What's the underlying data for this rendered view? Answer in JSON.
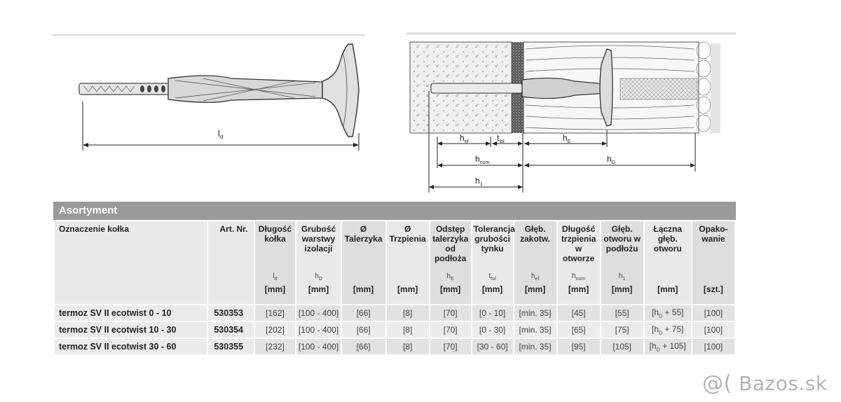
{
  "diagram_left": {
    "label": "l",
    "label_sub": "d"
  },
  "diagram_right": {
    "h_ef": {
      "main": "h",
      "sub": "ef"
    },
    "t_tol": {
      "main": "t",
      "sub": "tol"
    },
    "h_E": {
      "main": "h",
      "sub": "E"
    },
    "h_nom": {
      "main": "h",
      "sub": "nom"
    },
    "h_D": {
      "main": "h",
      "sub": "D"
    },
    "h_1": {
      "main": "h",
      "sub": "1"
    }
  },
  "table": {
    "title": "Asortyment",
    "columns": [
      {
        "label": "Oznaczenie kołka",
        "symbol": "",
        "symbol_sub": "",
        "unit": ""
      },
      {
        "label": "Art. Nr.",
        "symbol": "",
        "symbol_sub": "",
        "unit": ""
      },
      {
        "label": "Długość kołka",
        "symbol": "l",
        "symbol_sub": "d",
        "unit": "[mm]"
      },
      {
        "label": "Grubość warstwy izolacji",
        "symbol": "h",
        "symbol_sub": "D",
        "unit": "[mm]"
      },
      {
        "label": "Ø Talerzyka",
        "symbol": "",
        "symbol_sub": "",
        "unit": "[mm]"
      },
      {
        "label": "Ø Trzpienia",
        "symbol": "",
        "symbol_sub": "",
        "unit": "[mm]"
      },
      {
        "label": "Odstęp talerzyka od podłoża",
        "symbol": "h",
        "symbol_sub": "E",
        "unit": "[mm]"
      },
      {
        "label": "Tolerancja grubości tynku",
        "symbol": "t",
        "symbol_sub": "tol",
        "unit": "[mm]"
      },
      {
        "label": "Głęb. zakotw.",
        "symbol": "h",
        "symbol_sub": "ef",
        "unit": "[mm]"
      },
      {
        "label": "Długość trzpienia w otworze",
        "symbol": "h",
        "symbol_sub": "nom",
        "unit": "[mm]"
      },
      {
        "label": "Głęb. otworu w podłożu",
        "symbol": "h",
        "symbol_sub": "1",
        "unit": "[mm]"
      },
      {
        "label": "Łączna głęb. otworu",
        "symbol": "",
        "symbol_sub": "",
        "unit": "[mm]"
      },
      {
        "label": "Opako-wanie",
        "symbol": "",
        "symbol_sub": "",
        "unit": "[szt.]"
      }
    ],
    "rows": [
      {
        "name": "termoz SV II ecotwist 0 - 10",
        "art": "530353",
        "values": [
          "[162]",
          "[100 - 400]",
          "[66]",
          "[8]",
          "[70]",
          "[0 - 10]",
          "[min. 35]",
          "[45]",
          "[55]",
          "+ 55]",
          "[100]"
        ]
      },
      {
        "name": "termoz SV II ecotwist 10 - 30",
        "art": "530354",
        "values": [
          "[202]",
          "[100 - 400]",
          "[66]",
          "[8]",
          "[70]",
          "[0 - 30]",
          "[min. 35]",
          "[65]",
          "[75]",
          "+ 75]",
          "[100]"
        ]
      },
      {
        "name": "termoz SV II ecotwist 30 - 60",
        "art": "530355",
        "values": [
          "[232]",
          "[100 - 400]",
          "[66]",
          "[8]",
          "[70]",
          "[30 - 60]",
          "[min. 35]",
          "[95]",
          "[105]",
          "+ 105]",
          "[100]"
        ]
      }
    ],
    "total_depth_prefix": "[h",
    "total_depth_sub": "D"
  },
  "watermark": {
    "at": "@(",
    "text": "Bazos.sk"
  }
}
